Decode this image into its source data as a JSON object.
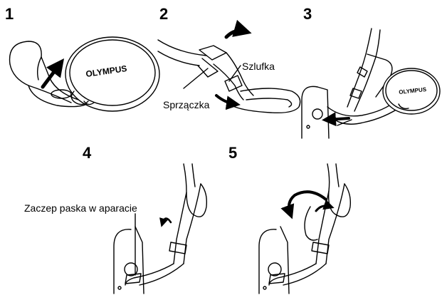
{
  "steps": {
    "s1": "1",
    "s2": "2",
    "s3": "3",
    "s4": "4",
    "s5": "5"
  },
  "labels": {
    "loop": "Szlufka",
    "buckle": "Sprzączka",
    "strap_eyelet": "Zaczep paska w aparacie"
  },
  "logos": {
    "lens_cap_large": "OLYMPUS",
    "lens_cap_small": "OLYMPUS"
  },
  "colors": {
    "line": "#000000",
    "fill": "#ffffff"
  }
}
